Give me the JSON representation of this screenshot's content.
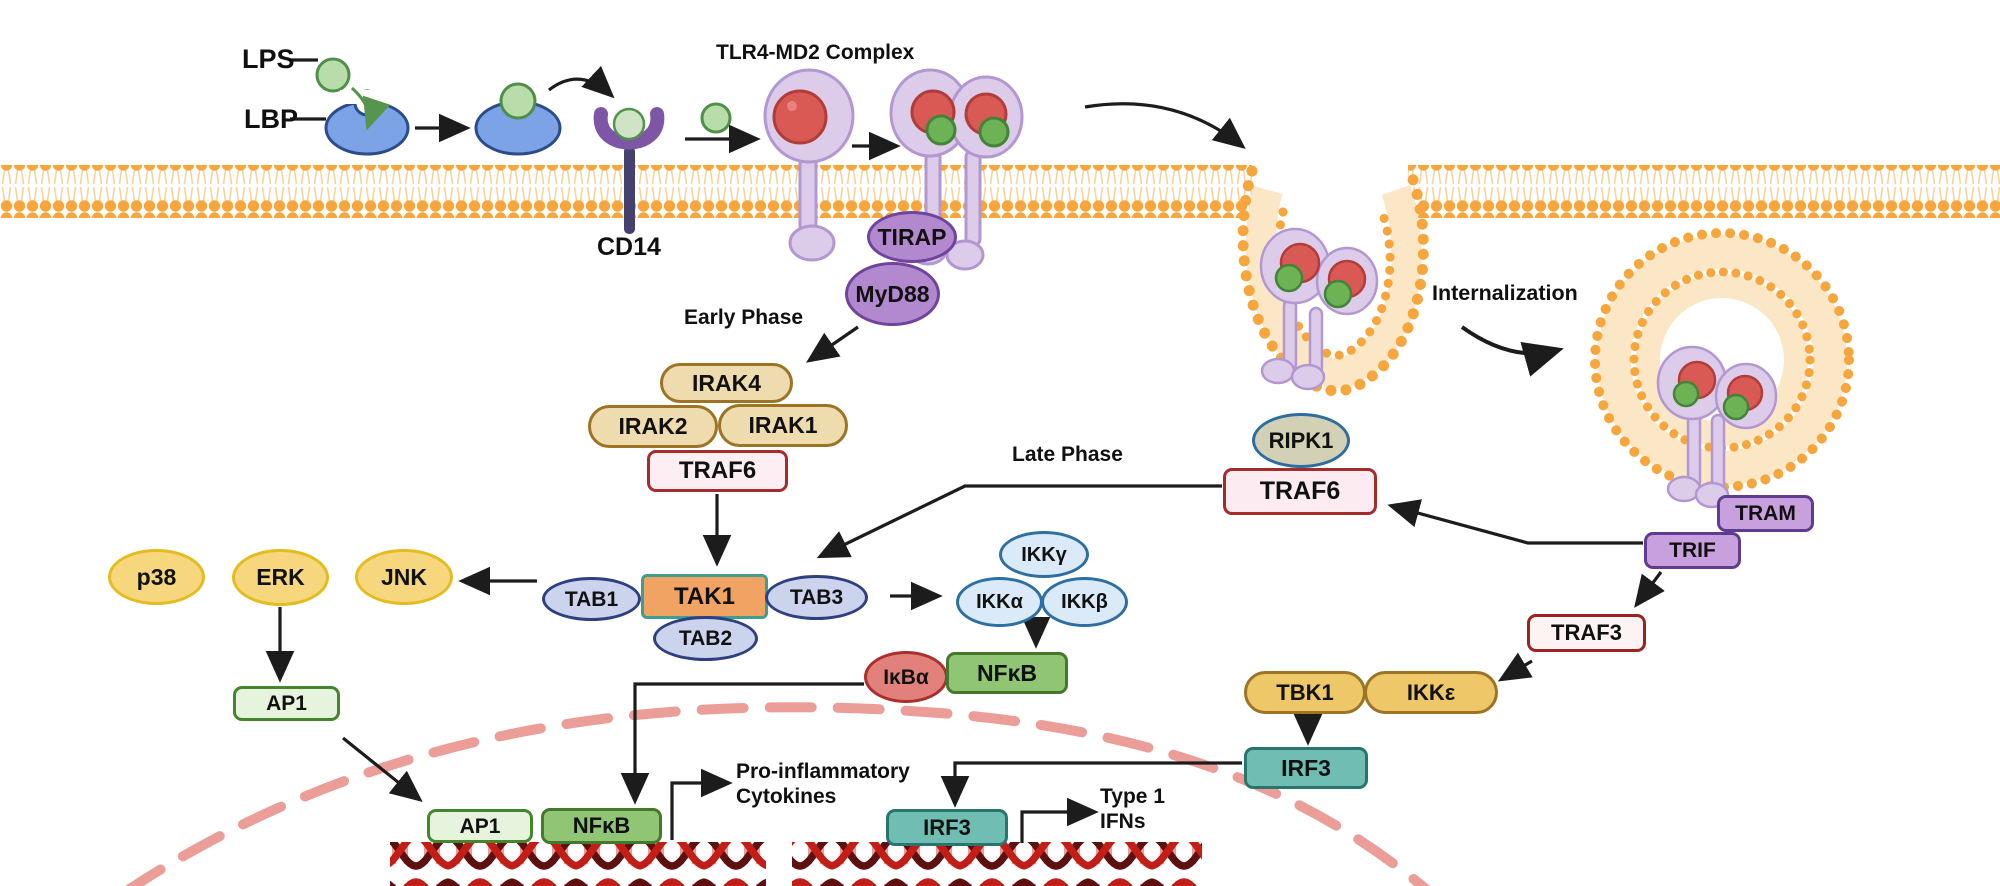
{
  "diagram": "TLR4 signaling pathway (LPS recognition, MyD88-dependent early phase and TRIF-dependent late phase)",
  "molecules": {
    "lps": {
      "label": "LPS"
    },
    "lbp": {
      "label": "LBP"
    },
    "cd14": {
      "label": "CD14"
    },
    "tlr4_md2": {
      "label": "TLR4-MD2 Complex"
    },
    "tirap": {
      "label": "TIRAP"
    },
    "myd88": {
      "label": "MyD88"
    },
    "irak4": {
      "label": "IRAK4"
    },
    "irak2": {
      "label": "IRAK2"
    },
    "irak1": {
      "label": "IRAK1"
    },
    "traf6_early": {
      "label": "TRAF6"
    },
    "ripk1": {
      "label": "RIPK1"
    },
    "traf6_late": {
      "label": "TRAF6"
    },
    "tab1": {
      "label": "TAB1"
    },
    "tak1": {
      "label": "TAK1"
    },
    "tab3": {
      "label": "TAB3"
    },
    "tab2": {
      "label": "TAB2"
    },
    "p38": {
      "label": "p38"
    },
    "erk": {
      "label": "ERK"
    },
    "jnk": {
      "label": "JNK"
    },
    "ikk_gamma": {
      "label": "IKKγ"
    },
    "ikk_alpha": {
      "label": "IKKα"
    },
    "ikk_beta": {
      "label": "IKKβ"
    },
    "ikba": {
      "label": "IκBα"
    },
    "nfkb": {
      "label": "NFκB"
    },
    "ap1": {
      "label": "AP1"
    },
    "ap1_nuclear": {
      "label": "AP1"
    },
    "nfkb_nuclear": {
      "label": "NFκB"
    },
    "tram": {
      "label": "TRAM"
    },
    "trif": {
      "label": "TRIF"
    },
    "traf3": {
      "label": "TRAF3"
    },
    "tbk1": {
      "label": "TBK1"
    },
    "ikk_epsilon": {
      "label": "IKKε"
    },
    "irf3": {
      "label": "IRF3"
    },
    "irf3_nuclear": {
      "label": "IRF3"
    }
  },
  "annotations": {
    "early_phase": "Early Phase",
    "late_phase": "Late Phase",
    "internalization": "Internalization",
    "pro_inflammatory_line1": "Pro-inflammatory",
    "pro_inflammatory_line2": "Cytokines",
    "type1_line1": "Type 1",
    "type1_line2": "IFNs"
  },
  "colors": {
    "membrane_head": "#f6a63d",
    "membrane_tail": "#fbe3bd",
    "kinase_tan_fill": "#efdcae",
    "kinase_tan_border": "#9c7423",
    "traf_fill": "#fdeef4",
    "traf_border": "#a62b2b",
    "tab_fill": "#ccd3ec",
    "tab_border": "#2f3f7f",
    "tak1_fill": "#f1a364",
    "tak1_border": "#3f9e8f",
    "mapk_fill": "#f6d77e",
    "mapk_border": "#e3bc1f",
    "ikk_fill": "#daeaf8",
    "ikk_border": "#2d6ea3",
    "ikba_fill": "#e2817b",
    "nfkb_fill": "#8fc573",
    "nfkb_border": "#44782c",
    "ap1_fill": "#e7f4dd",
    "adapter_purple_fill": "#b288cf",
    "adapter_purple_border": "#70449c",
    "tram_trif_fill": "#c9a0de",
    "irf3_fill": "#6fbdb3",
    "irf3_border": "#27756c",
    "ripk1_fill": "#d2d1b5",
    "ripk1_border": "#2e6da0",
    "tbk1_fill": "#eec868",
    "lps_green": "#b9dcab",
    "md2_red": "#d95954",
    "lbp_blue": "#7ba3e6",
    "receptor_lavender": "#dccbe9",
    "nuclear_envelope": "#eb9d97",
    "dna_red": "#c21d17",
    "dna_dark": "#5e0f0f",
    "arrow": "#1c1c1c",
    "green_arrow": "#57944d"
  }
}
